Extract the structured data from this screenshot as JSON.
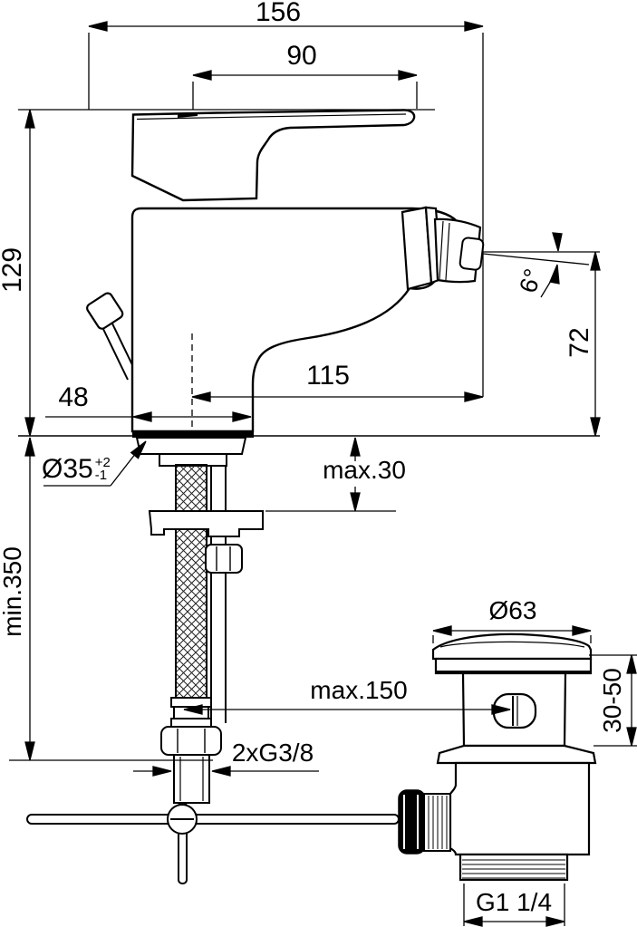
{
  "drawing": {
    "title": "bidet-mixer-technical-drawing",
    "colors": {
      "line": "#000000",
      "background": "#ffffff"
    },
    "labels": {
      "width_total": "156",
      "handle_length": "90",
      "height_above_deck": "129",
      "base_depth": "48",
      "spout_reach": "115",
      "outlet_height": "72",
      "outlet_angle": "6°",
      "hole_dia": "Ø35",
      "hole_tol_plus": "+2",
      "hole_tol_minus": "-1",
      "max_deck": "max.30",
      "min_hose": "min.350",
      "max_rod": "max.150",
      "supply_thread": "2xG3/8",
      "waste_flange_dia": "Ø63",
      "clamp_range": "30-50",
      "waste_thread": "G1 1/4"
    }
  }
}
